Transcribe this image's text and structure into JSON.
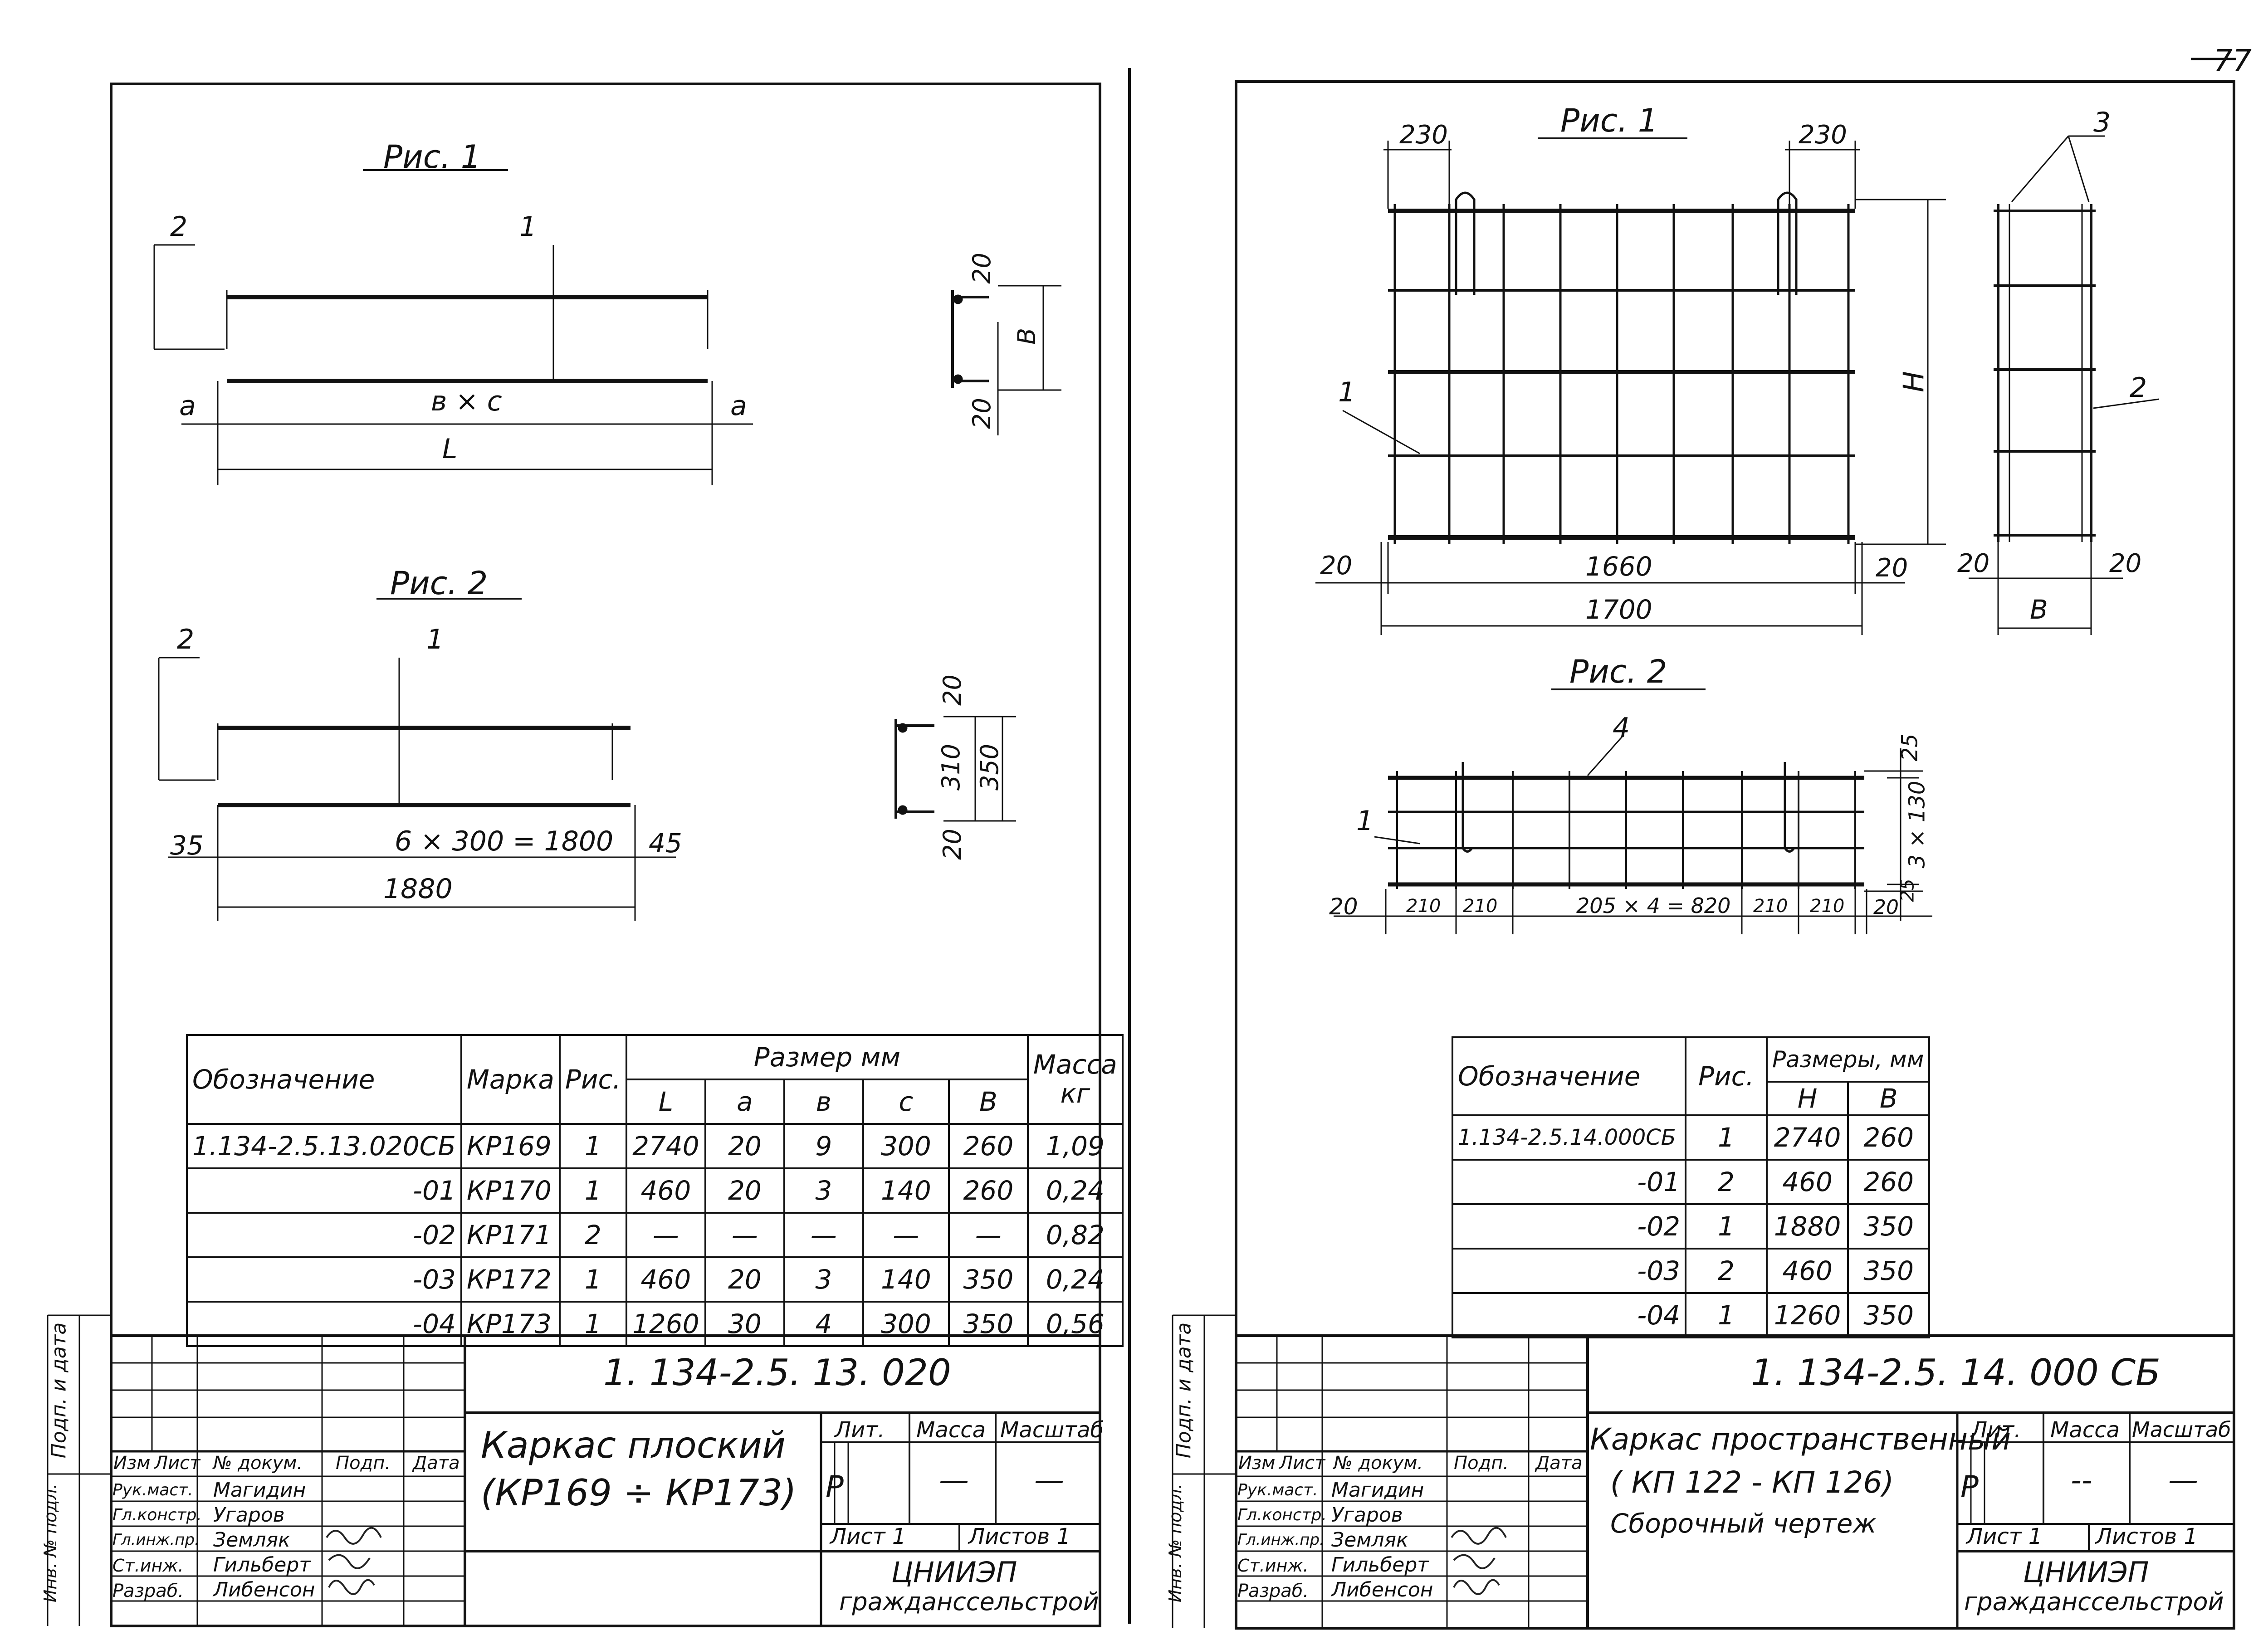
{
  "page_number": "77",
  "left": {
    "fig1_title": "Рис. 1",
    "fig1": {
      "callout1": "1",
      "callout2": "2",
      "a_left": "a",
      "a_right": "a",
      "span": "в × с",
      "length": "L",
      "sec_top": "20",
      "sec_mid": "B",
      "sec_bot": "20"
    },
    "fig2_title": "Рис. 2",
    "fig2": {
      "callout1": "1",
      "callout2": "2",
      "end_left": "35",
      "end_right": "45",
      "span": "6 × 300 = 1800",
      "length": "1880",
      "sec_top": "20",
      "sec_inner": "310",
      "sec_total": "350",
      "sec_bot": "20"
    },
    "table": {
      "h_designation": "Обозначение",
      "h_mark": "Марка",
      "h_fig": "Рис.",
      "h_size": "Размер    мм",
      "h_mass": "Масса кг",
      "sub": [
        "L",
        "a",
        "в",
        "с",
        "B"
      ],
      "rows": [
        [
          "1.134-2.5.13.020СБ",
          "КР169",
          "1",
          "2740",
          "20",
          "9",
          "300",
          "260",
          "1,09"
        ],
        [
          "-01",
          "КР170",
          "1",
          "460",
          "20",
          "3",
          "140",
          "260",
          "0,24"
        ],
        [
          "-02",
          "КР171",
          "2",
          "—",
          "—",
          "—",
          "—",
          "—",
          "0,82"
        ],
        [
          "-03",
          "КР172",
          "1",
          "460",
          "20",
          "3",
          "140",
          "350",
          "0,24"
        ],
        [
          "-04",
          "КР173",
          "1",
          "1260",
          "30",
          "4",
          "300",
          "350",
          "0,56"
        ]
      ]
    },
    "stamp": {
      "code": "1. 134-2.5. 13. 020",
      "title1": "Каркас  плоский",
      "title2": "(КР169 ÷ КР173)",
      "h_lit": "Лит.",
      "h_mass": "Масса",
      "h_scale": "Масштаб",
      "lit": "Р",
      "mass": "—",
      "scale": "—",
      "sheet": "Лист 1",
      "sheets": "Листов 1",
      "org1": "ЦНИИЭП",
      "org2": "гражданссельстрой",
      "h_cols": [
        "Изм",
        "Лист",
        "№ докум.",
        "Подп.",
        "Дата"
      ],
      "roles": [
        "Рук.маст.",
        "Гл.констр.",
        "Гл.инж.пр.",
        "Ст.инж.",
        "Разраб."
      ],
      "names": [
        "Магидин",
        "Угаров",
        "Земляк",
        "Гильберт",
        "Либенсон"
      ],
      "side1": "Подп. и дата",
      "side2": "Инв. № подл."
    }
  },
  "right": {
    "fig1_title": "Рис. 1",
    "fig1": {
      "dim_top_left": "230",
      "dim_top_right": "230",
      "height": "H",
      "callout1": "1",
      "callout2": "2",
      "callout3": "3",
      "end_left": "20",
      "end_right": "20",
      "inner": "1660",
      "overall": "1700",
      "side_left": "20",
      "side_right": "20",
      "side_width": "B"
    },
    "fig2_title": "Рис. 2",
    "fig2": {
      "callout4": "4",
      "callout1": "1",
      "d_top": "25",
      "d_mid": "3 × 130",
      "d_bot": "25",
      "bottom": [
        "20",
        "210",
        "210",
        "205 × 4 = 820",
        "210",
        "210",
        "20"
      ]
    },
    "table": {
      "h_designation": "Обозначение",
      "h_fig": "Рис.",
      "h_size": "Размеры, мм",
      "sub": [
        "H",
        "B"
      ],
      "rows": [
        [
          "1.134-2.5.14.000СБ",
          "1",
          "2740",
          "260"
        ],
        [
          "-01",
          "2",
          "460",
          "260"
        ],
        [
          "-02",
          "1",
          "1880",
          "350"
        ],
        [
          "-03",
          "2",
          "460",
          "350"
        ],
        [
          "-04",
          "1",
          "1260",
          "350"
        ]
      ]
    },
    "stamp": {
      "code": "1. 134-2.5. 14. 000 СБ",
      "title1": "Каркас пространственный",
      "title2": "( КП 122 -    КП 126)",
      "title3": "Сборочный    чертеж",
      "h_lit": "Лит.",
      "h_mass": "Масса",
      "h_scale": "Масштаб",
      "lit": "Р",
      "mass": "--",
      "scale": "—",
      "sheet": "Лист 1",
      "sheets": "Листов 1",
      "org1": "ЦНИИЭП",
      "org2": "гражданссельстрой",
      "h_cols": [
        "Изм",
        "Лист",
        "№ докум.",
        "Подп.",
        "Дата"
      ],
      "roles": [
        "Рук.маст.",
        "Гл.констр.",
        "Гл.инж.пр.",
        "Ст.инж.",
        "Разраб."
      ],
      "names": [
        "Магидин",
        "Угаров",
        "Земляк",
        "Гильберт",
        "Либенсон"
      ],
      "side1": "Подп. и дата",
      "side2": "Инв. № подл."
    }
  }
}
